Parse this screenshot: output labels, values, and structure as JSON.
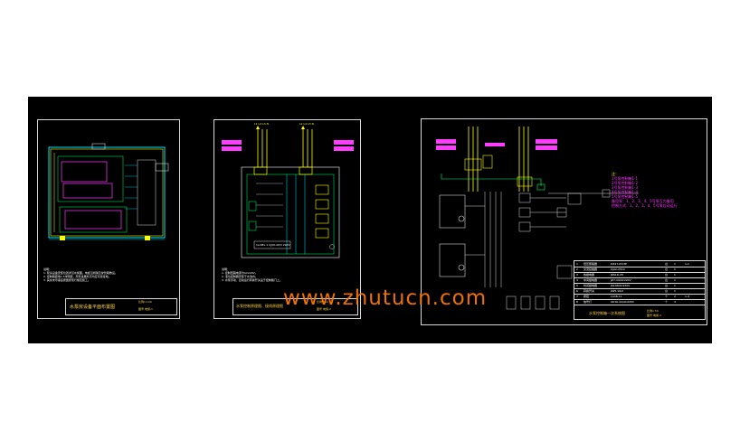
{
  "watermark": "www.zhutucn.com",
  "drawings": [
    {
      "title": "水泵房设备平面布置图",
      "scale_label": "比例1:100",
      "drawing_no": "图号 电施-1",
      "notes": [
        "说明：",
        "1. 泵房设备安装位置详见水施图，电缆沿桥架及穿管暗敷设。",
        "2. 控制箱距地1.5米明装，所有金属外壳均应可靠接地。",
        "3. 其余未尽事宜按国家现行规范施工。"
      ]
    },
    {
      "title": "水泵控制原理图、接线原理图",
      "scale_label": "比例1:50",
      "drawing_no": "图号 电施-2",
      "notes": [
        "说明：",
        "1. 控制回路电源为AC220V。",
        "2. 液位控制器安装于水池内。",
        "3. 水泵手动、自动运行转换开关设于控制箱门上。"
      ],
      "buses": [
        "L1 L2 L3 N",
        "L1 L2 L3 N"
      ],
      "bottom_label": "1LAM1-1 CJ20-40/3 220V"
    },
    {
      "title": "水泵控制箱一次系统图",
      "scale_label": "比例1:50",
      "drawing_no": "图号 电施-3",
      "legend": [
        "注：",
        "1号泵控制箱1-1",
        "2号泵控制箱1-2",
        "3号泵控制箱1-3",
        "4号泵控制箱1-4",
        "5号泵控制箱1-5",
        "备用泵：1、2、3、4、5号泵互为备用",
        "控制方式：1、2、3、4、5号泵自动运行"
      ],
      "table_rows": [
        [
          "1",
          "低压断路器",
          "DZ47-63/3P",
          "台",
          "1",
          "1-1"
        ],
        [
          "2",
          "交流接触器",
          "CJX2-2510",
          "台",
          "1",
          ""
        ],
        [
          "3",
          "热继电器",
          "JRS1D-25",
          "台",
          "1",
          ""
        ],
        [
          "4",
          "中间继电器",
          "JZ7-44/AC220V",
          "台",
          "1",
          ""
        ],
        [
          "5",
          "时间继电器",
          "JS14P/AC220V",
          "台",
          "1",
          ""
        ],
        [
          "6",
          "转换开关",
          "LW5-16/2",
          "台",
          "1",
          ""
        ],
        [
          "7",
          "按钮",
          "LA38-11",
          "个",
          "2",
          "1-3"
        ],
        [
          "8",
          "信号灯",
          "AD16-22/AC220V",
          "个",
          "3",
          ""
        ]
      ]
    }
  ],
  "colors": {
    "background": "#000000",
    "frame": "#d8d8d8",
    "title_text": "#ffd24a",
    "magenta": "#ff3cff",
    "cyan": "#00e5ff",
    "yellow": "#ffff00",
    "green": "#00ff66",
    "watermark": "#ff7a00"
  }
}
